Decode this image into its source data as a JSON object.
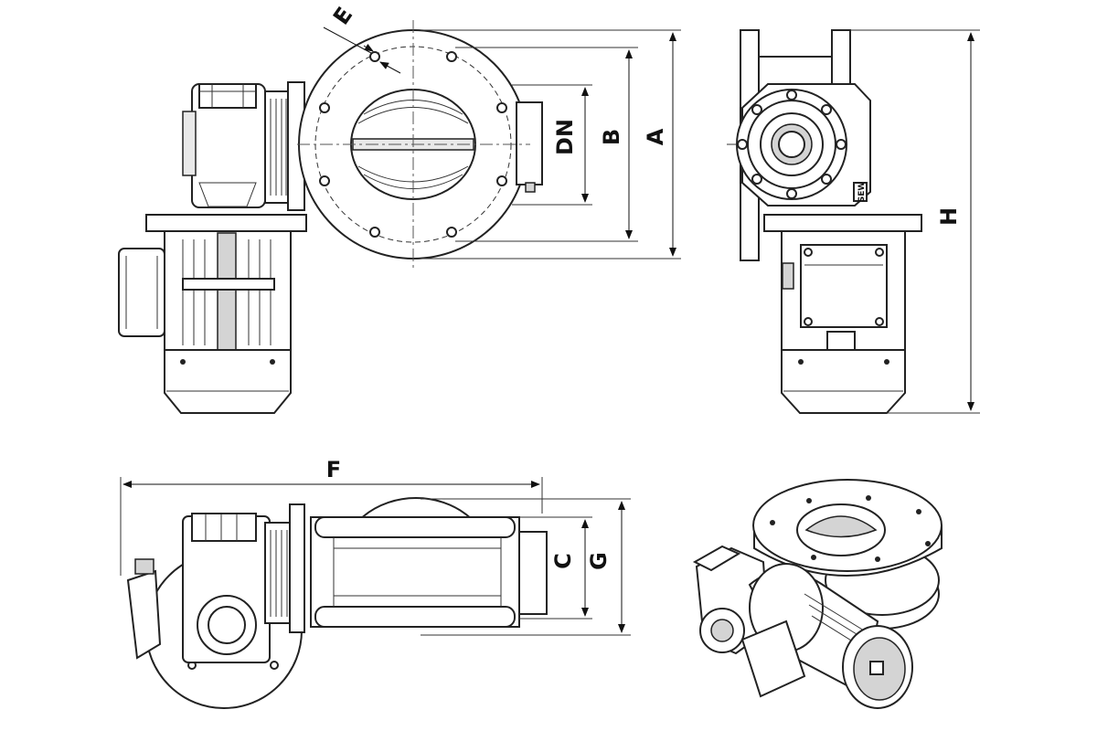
{
  "dimensions": {
    "A": "A",
    "B": "B",
    "DN": "DN",
    "E": "E",
    "F": "F",
    "C": "C",
    "G": "G",
    "H": "H"
  },
  "motor_tag": "SEW",
  "views": [
    "front-view",
    "side-view",
    "top-view",
    "isometric-view"
  ]
}
